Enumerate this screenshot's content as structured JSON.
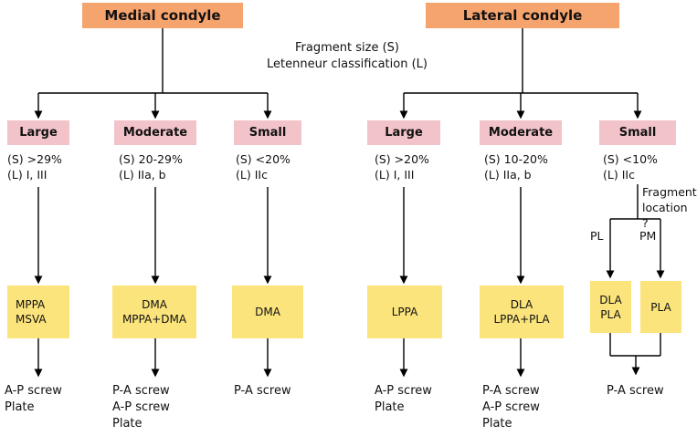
{
  "headers": {
    "medial": "Medial condyle",
    "lateral": "Lateral condyle"
  },
  "legend": {
    "line1": "Fragment size (S)",
    "line2": "Letenneur classification (L)"
  },
  "medial": [
    {
      "size": "Large",
      "s": "(S) >29%",
      "l": "(L) I, III",
      "treatment": [
        "MPPA",
        "MSVA"
      ],
      "fixation": [
        "A-P screw",
        "Plate"
      ]
    },
    {
      "size": "Moderate",
      "s": "(S) 20-29%",
      "l": "(L) IIa, b",
      "treatment": [
        "DMA",
        "MPPA+DMA"
      ],
      "fixation": [
        "P-A screw",
        "A-P screw",
        "Plate"
      ]
    },
    {
      "size": "Small",
      "s": "(S) <20%",
      "l": "(L) IIc",
      "treatment": [
        "DMA"
      ],
      "fixation": [
        "P-A screw"
      ]
    }
  ],
  "lateral": [
    {
      "size": "Large",
      "s": "(S) >20%",
      "l": "(L) I, III",
      "treatment": [
        "LPPA"
      ],
      "fixation": [
        "A-P screw",
        "Plate"
      ]
    },
    {
      "size": "Moderate",
      "s": "(S) 10-20%",
      "l": "(L) IIa, b",
      "treatment": [
        "DLA",
        "LPPA+PLA"
      ],
      "fixation": [
        "P-A screw",
        "A-P screw",
        "Plate"
      ]
    },
    {
      "size": "Small",
      "s": "(S) <10%",
      "l": "(L) IIc"
    }
  ],
  "small_lateral": {
    "question_line1": "Fragment",
    "question_line2": "location ?",
    "branch_pl": "PL",
    "branch_pm": "PM",
    "box_pl": [
      "DLA",
      "PLA"
    ],
    "box_pm": [
      "PLA"
    ],
    "fixation": [
      "P-A screw"
    ]
  },
  "colors": {
    "header_box": "#f6a46e",
    "size_box": "#f2c3c9",
    "treatment_box": "#fce47d"
  }
}
